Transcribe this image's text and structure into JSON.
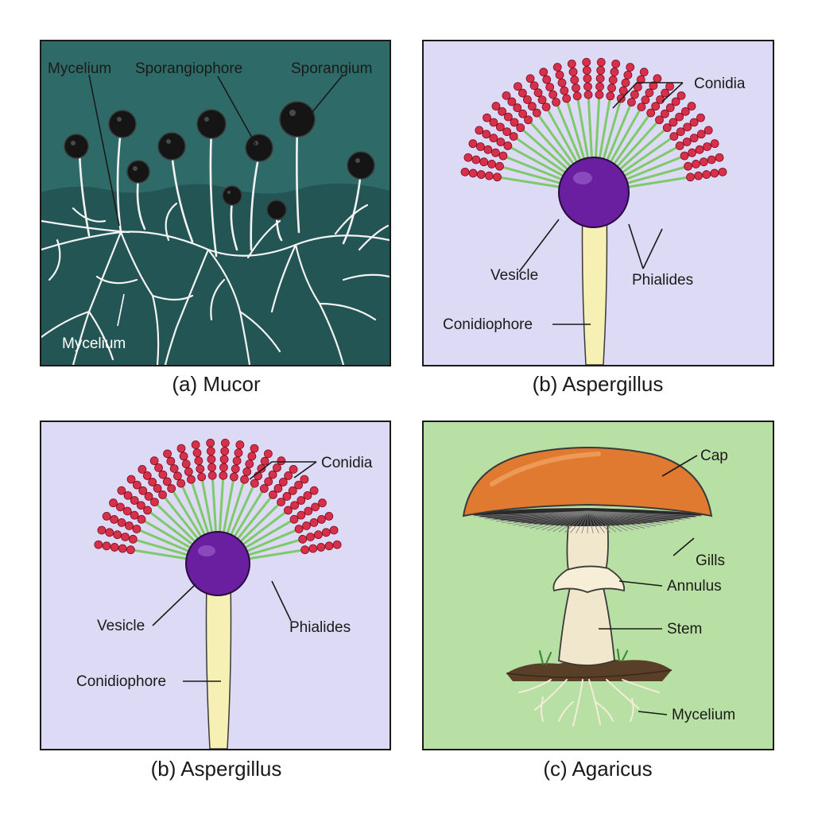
{
  "colors": {
    "mucor_bg": "#2e6b68",
    "mucor_soil": "#225553",
    "asp_bg": "#dcdaf4",
    "agaricus_bg": "#b9e0a4",
    "vesicle": "#6a1fa0",
    "conidia": "#d8304a",
    "phialides": "#7fc96a",
    "conidiophore": "#f6f0b4",
    "cap": "#e07a30",
    "stem": "#f1e7cc"
  },
  "panels": {
    "mucor": {
      "caption": "(a) Mucor",
      "labels": {
        "mycelium_top": "Mycelium",
        "sporangiophore": "Sporangiophore",
        "sporangium": "Sporangium",
        "mycelium_bottom": "Mycelium"
      }
    },
    "aspergillus_top": {
      "caption": "(b) Aspergillus",
      "labels": {
        "conidia": "Conidia",
        "vesicle": "Vesicle",
        "phialides": "Phialides",
        "conidiophore": "Conidiophore"
      }
    },
    "aspergillus_bottom": {
      "caption": "(b) Aspergillus",
      "labels": {
        "conidia": "Conidia",
        "vesicle": "Vesicle",
        "phialides": "Phialides",
        "conidiophore": "Conidiophore"
      }
    },
    "agaricus": {
      "caption": "(c) Agaricus",
      "labels": {
        "cap": "Cap",
        "gills": "Gills",
        "annulus": "Annulus",
        "stem": "Stem",
        "mycelium": "Mycelium"
      }
    }
  }
}
